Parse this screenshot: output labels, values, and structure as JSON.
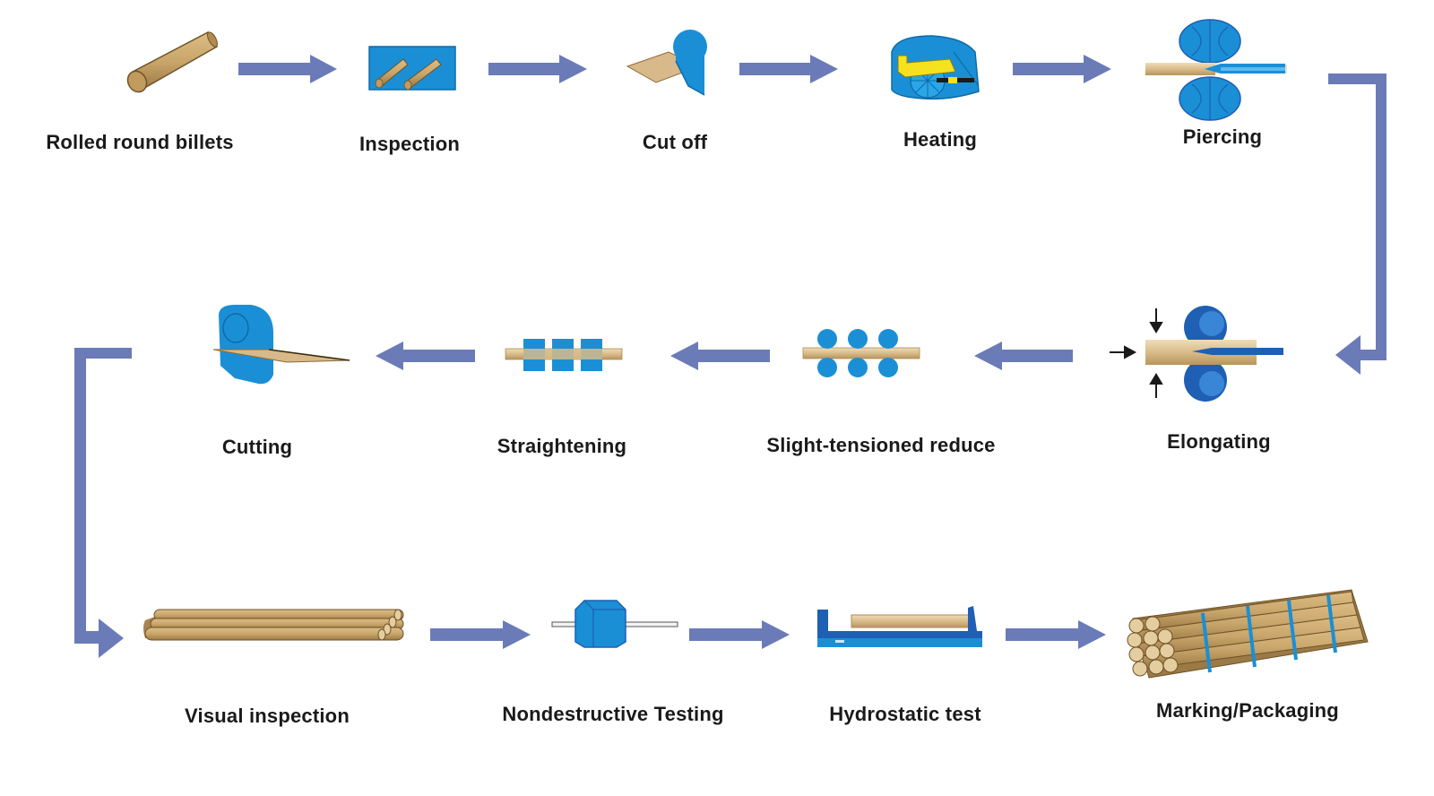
{
  "colors": {
    "arrow": "#6b7bb8",
    "steel_blue": "#1a8fd6",
    "dark_blue": "#1f5fb4",
    "billet": "#c9a66b",
    "billet_dark": "#8a6a35",
    "text": "#1a1a1a"
  },
  "steps": [
    {
      "id": "rolled-round-billets",
      "label": "Rolled round billets",
      "icon": "billet-icon"
    },
    {
      "id": "inspection",
      "label": "Inspection",
      "icon": "inspection-icon"
    },
    {
      "id": "cut-off",
      "label": "Cut off",
      "icon": "cut-off-icon"
    },
    {
      "id": "heating",
      "label": "Heating",
      "icon": "heating-furnace-icon"
    },
    {
      "id": "piercing",
      "label": "Piercing",
      "icon": "piercing-rolls-icon"
    },
    {
      "id": "elongating",
      "label": "Elongating",
      "icon": "elongating-rolls-icon"
    },
    {
      "id": "slight-tensioned-reduce",
      "label": "Slight-tensioned reduce",
      "icon": "reducing-stands-icon"
    },
    {
      "id": "straightening",
      "label": "Straightening",
      "icon": "straightener-icon"
    },
    {
      "id": "cutting",
      "label": "Cutting",
      "icon": "cutting-saw-icon"
    },
    {
      "id": "visual-inspection",
      "label": "Visual inspection",
      "icon": "pipe-bundle-flat-icon"
    },
    {
      "id": "nondestructive-testing",
      "label": "Nondestructive Testing",
      "icon": "ndt-unit-icon"
    },
    {
      "id": "hydrostatic-test",
      "label": "Hydrostatic test",
      "icon": "hydrotest-bed-icon"
    },
    {
      "id": "marking-packaging",
      "label": "Marking/Packaging",
      "icon": "pipe-bundle-strapped-icon"
    }
  ]
}
